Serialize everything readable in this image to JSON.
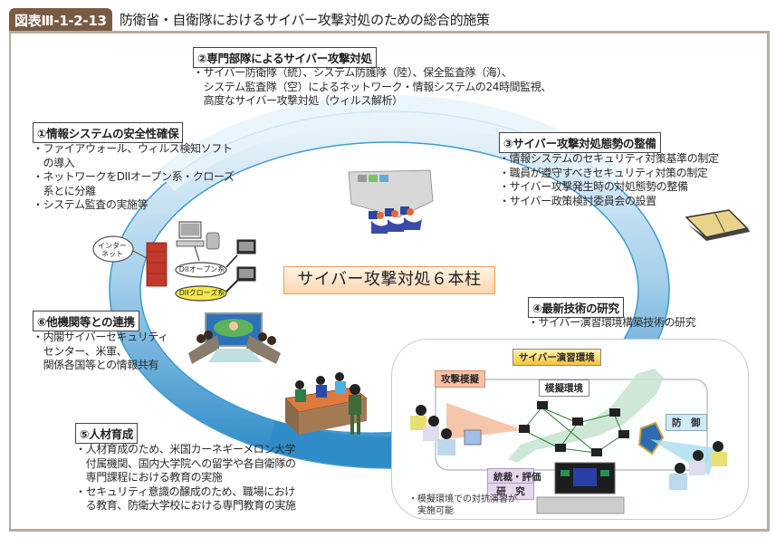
{
  "figure": {
    "number": "図表Ⅲ-1-2-13",
    "title": "防衛省・自衛隊におけるサイバー攻撃対処のための総合的施策"
  },
  "center": {
    "label": "サイバー攻撃対処６本柱"
  },
  "pillars": [
    {
      "heading": "①情報システムの安全性確保",
      "bullets": [
        [
          "・ファイアウォール、ウィルス検知ソフト",
          "　の導入"
        ],
        [
          "・ネットワークをDIIオープン系・クローズ",
          "　系とに分離"
        ],
        [
          "・システム監査の実施等"
        ]
      ]
    },
    {
      "heading": "②専門部隊によるサイバー攻撃対処",
      "bullets": [
        [
          "・サイバー防衛隊（統）、システム防護隊（陸）、保全監査隊（海）、",
          "　システム監査隊（空）によるネットワーク・情報システムの24時間監視、",
          "　高度なサイバー攻撃対処（ウィルス解析）"
        ]
      ]
    },
    {
      "heading": "③サイバー攻撃対処態勢の整備",
      "bullets": [
        [
          "・情報システムのセキュリティ対策基準の制定"
        ],
        [
          "・職員が遵守すべきセキュリティ対策の制定"
        ],
        [
          "・サイバー攻撃発生時の対処態勢の整備"
        ],
        [
          "・サイバー政策検討委員会の設置"
        ]
      ]
    },
    {
      "heading": "④最新技術の研究",
      "bullets": [
        [
          "・サイバー演習環境構築技術の研究"
        ]
      ]
    },
    {
      "heading": "⑤人材育成",
      "bullets": [
        [
          "・人材育成のため、米国カーネギーメロン大学",
          "　付属機関、国内大学院への留学や各自衛隊の",
          "　専門課程における教育の実施"
        ],
        [
          "・セキュリティ意識の醸成のため、職場におけ",
          "　る教育、防衛大学校における専門教育の実施"
        ]
      ]
    },
    {
      "heading": "⑥他機関等との連携",
      "bullets": [
        [
          "・内閣サイバーセキュリティ",
          "　センター、米軍、",
          "　関係各国等との情報共有"
        ]
      ]
    }
  ],
  "network": {
    "internet": "インター\nネット",
    "internet_line1": "インター",
    "internet_line2": "ネット",
    "open": "DIIオープン系",
    "closed": "DIIクローズ系"
  },
  "exercise": {
    "environment": "サイバー演習環境",
    "attack": "攻撃模擬",
    "simulated": "模擬環境",
    "defense": "防　御",
    "control": "統裁・評価",
    "research": "研　究",
    "note_line1": "・模擬環境での対抗演習が",
    "note_line2": "　実施可能"
  },
  "colors": {
    "title_tab": "#7a5a44",
    "ring": "#3e9ad0",
    "ring_light": "#cfe6f4",
    "center_border": "#f09a55",
    "closed_badge": "#f5e84a"
  }
}
